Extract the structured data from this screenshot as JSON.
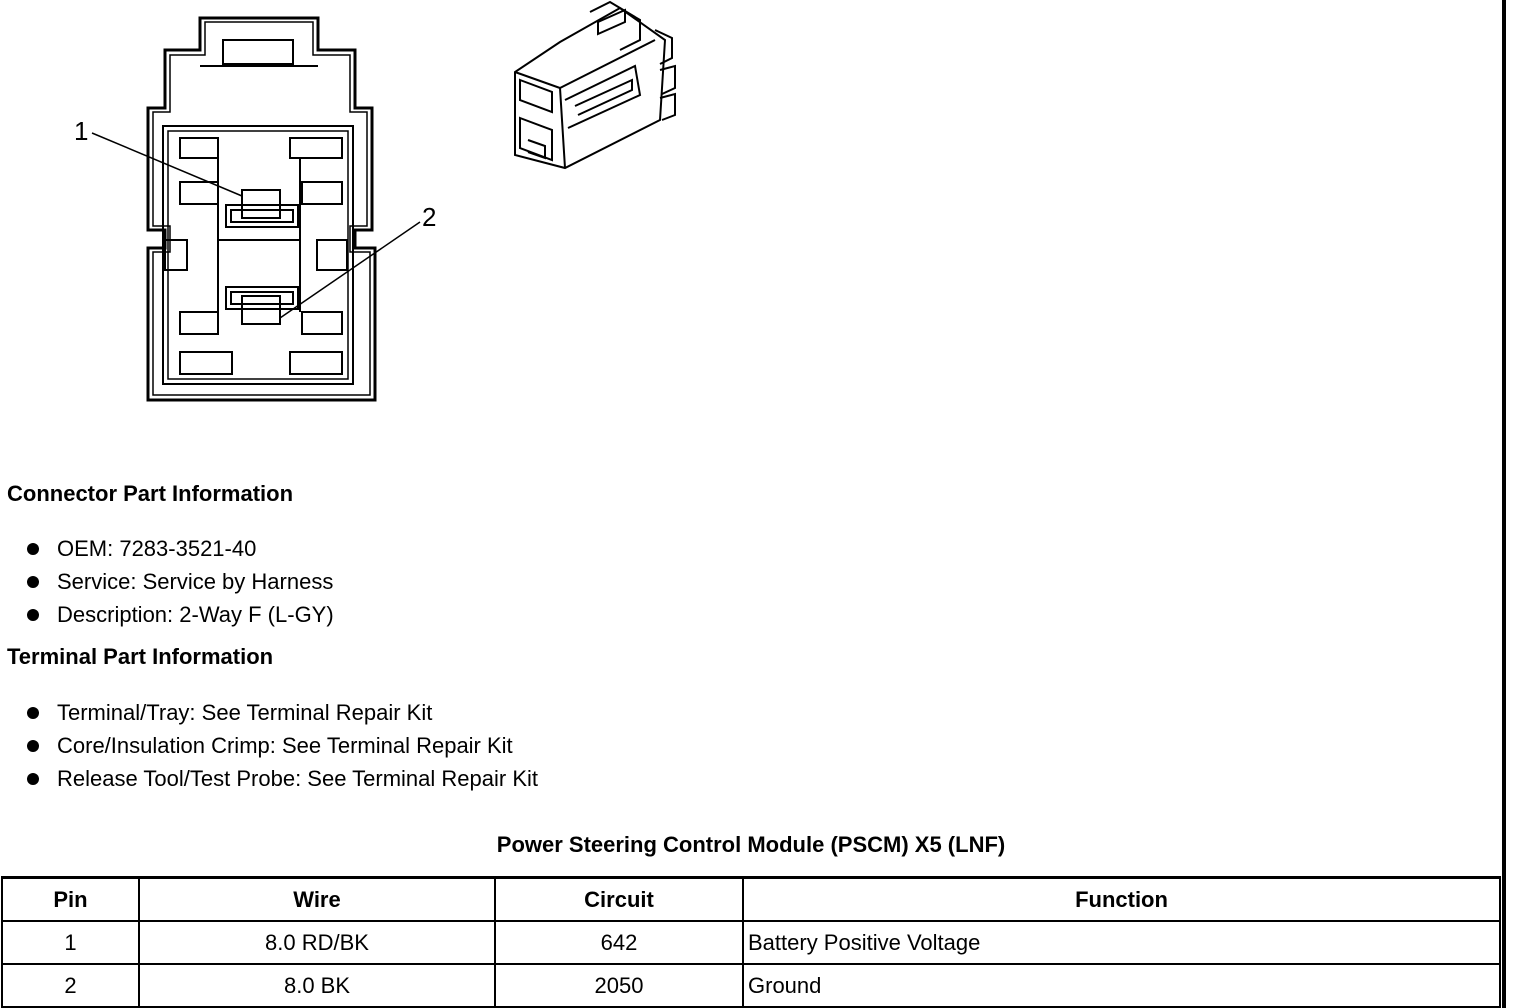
{
  "diagram": {
    "callouts": [
      "1",
      "2"
    ]
  },
  "connector_info": {
    "heading": "Connector Part Information",
    "items": [
      "OEM: 7283-3521-40",
      "Service: Service by Harness",
      "Description: 2-Way F (L-GY)"
    ]
  },
  "terminal_info": {
    "heading": "Terminal Part Information",
    "items": [
      "Terminal/Tray: See Terminal Repair Kit",
      "Core/Insulation Crimp: See Terminal Repair Kit",
      "Release Tool/Test Probe: See Terminal Repair Kit"
    ]
  },
  "pin_table": {
    "title": "Power Steering Control Module (PSCM) X5 (LNF)",
    "headers": [
      "Pin",
      "Wire",
      "Circuit",
      "Function"
    ],
    "rows": [
      [
        "1",
        "8.0 RD/BK",
        "642",
        "Battery Positive Voltage"
      ],
      [
        "2",
        "8.0 BK",
        "2050",
        "Ground"
      ]
    ]
  }
}
